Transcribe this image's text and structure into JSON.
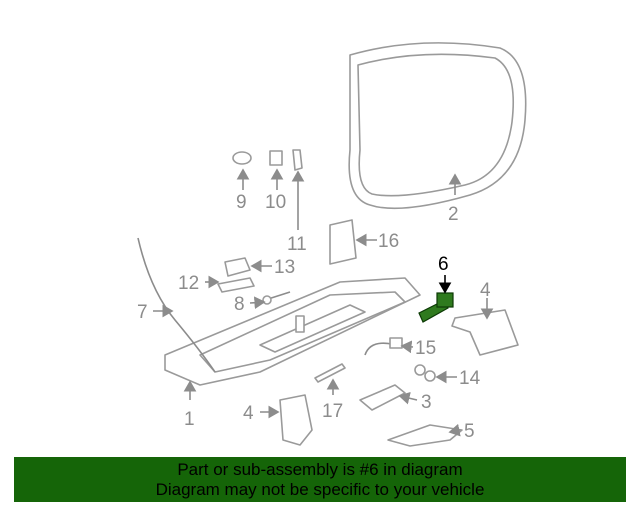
{
  "callouts": {
    "c1": "1",
    "c2": "2",
    "c3": "3",
    "c4a": "4",
    "c4b": "4",
    "c5": "5",
    "c6": "6",
    "c7": "7",
    "c8": "8",
    "c9": "9",
    "c10": "10",
    "c11": "11",
    "c12": "12",
    "c13": "13",
    "c14": "14",
    "c15": "15",
    "c16": "16",
    "c17": "17"
  },
  "highlight_color": "#2f7a1e",
  "banner": {
    "line1": "Part or sub-assembly is #6 in diagram",
    "line2": "Diagram may not be specific to your vehicle",
    "color": "#156508"
  }
}
